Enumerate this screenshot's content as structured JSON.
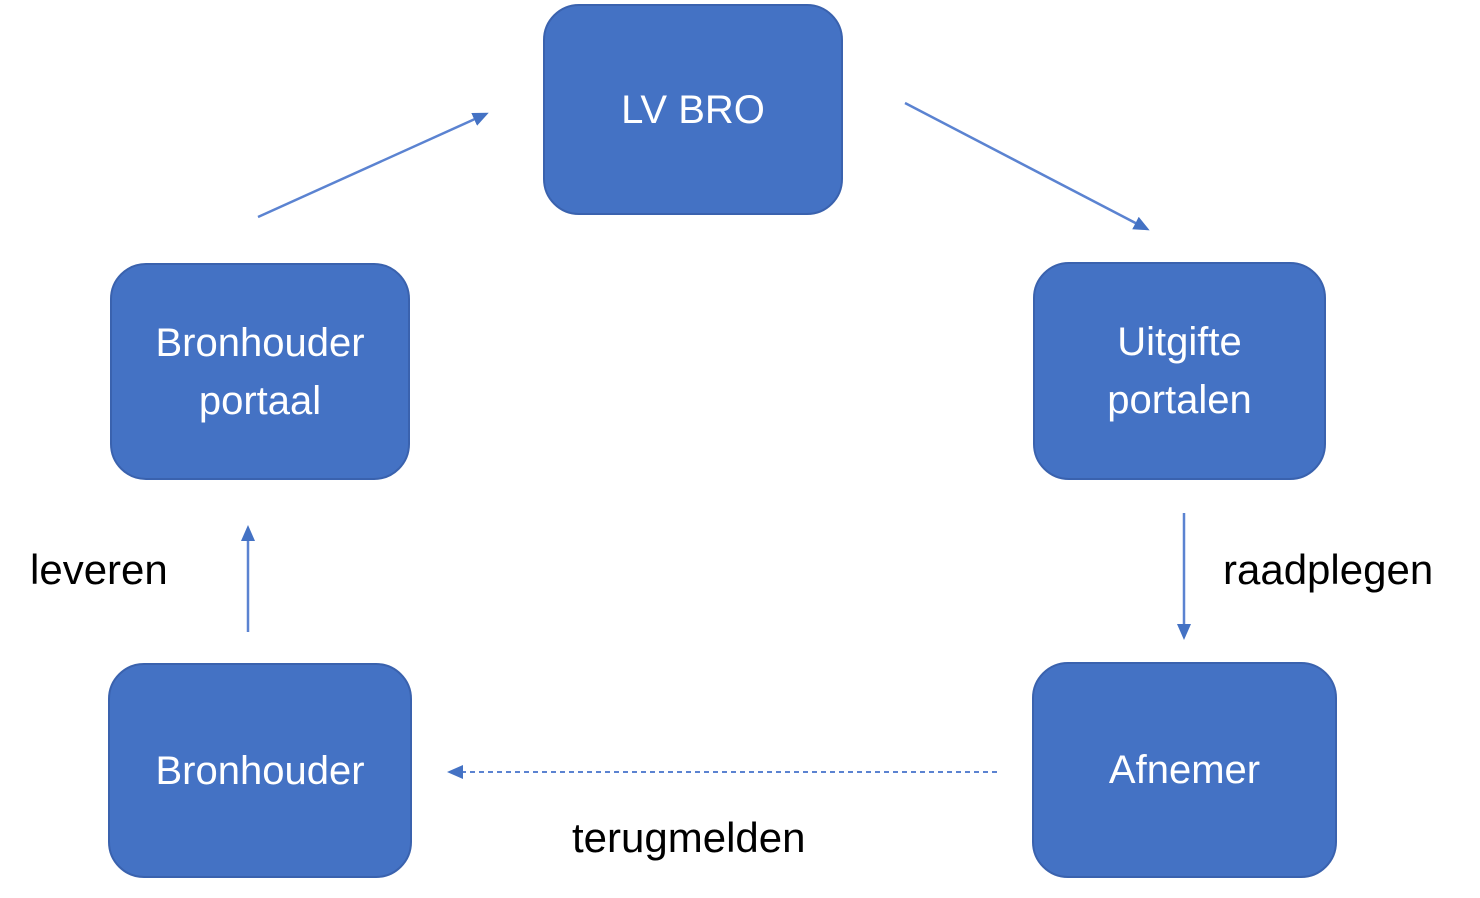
{
  "diagram": {
    "type": "flow-diagram",
    "nodes": [
      {
        "id": "lv-bro",
        "label": "LV BRO"
      },
      {
        "id": "bronhouder-portaal",
        "label": "Bronhouder portaal"
      },
      {
        "id": "uitgifte-portalen",
        "label": "Uitgifte portalen"
      },
      {
        "id": "bronhouder",
        "label": "Bronhouder"
      },
      {
        "id": "afnemer",
        "label": "Afnemer"
      }
    ],
    "edges": [
      {
        "from": "bronhouder-portaal",
        "to": "lv-bro",
        "label": "",
        "style": "solid"
      },
      {
        "from": "lv-bro",
        "to": "uitgifte-portalen",
        "label": "",
        "style": "solid"
      },
      {
        "from": "bronhouder",
        "to": "bronhouder-portaal",
        "label": "leveren",
        "style": "solid"
      },
      {
        "from": "uitgifte-portalen",
        "to": "afnemer",
        "label": "raadplegen",
        "style": "solid"
      },
      {
        "from": "afnemer",
        "to": "bronhouder",
        "label": "terugmelden",
        "style": "dashed"
      }
    ],
    "colors": {
      "node_fill": "#4472C4",
      "node_border": "#3A62AE",
      "node_text": "#FFFFFF",
      "arrow_stroke": "#5B83D1",
      "arrow_fill": "#4472C4",
      "label_text": "#000000",
      "page_bg": "#FFFFFF"
    }
  }
}
